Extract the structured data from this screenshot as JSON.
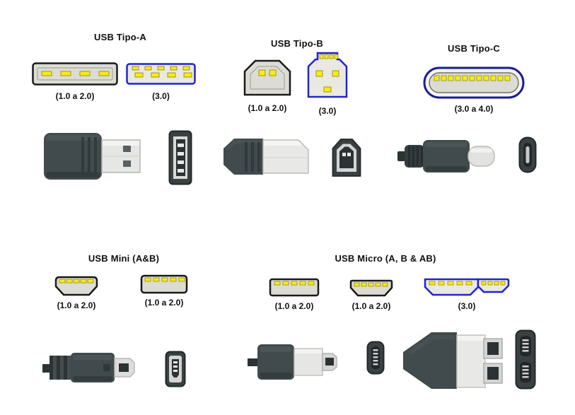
{
  "sections": {
    "type_a": {
      "title": "USB Tipo-A",
      "labels": [
        "(1.0 a 2.0)",
        "(3.0)"
      ]
    },
    "type_b": {
      "title": "USB Tipo-B",
      "labels": [
        "(1.0 a 2.0)",
        "(3.0)"
      ]
    },
    "type_c": {
      "title": "USB Tipo-C",
      "labels": [
        "(3.0 a 4.0)"
      ]
    },
    "mini": {
      "title": "USB Mini (A&B)",
      "labels": [
        "(1.0 a 2.0)",
        "(1.0 a 2.0)"
      ]
    },
    "micro": {
      "title": "USB Micro (A, B & AB)",
      "labels": [
        "(1.0 a 2.0)",
        "(1.0 a 2.0)",
        "(3.0)"
      ]
    }
  },
  "colors": {
    "outline": "#1a1a1a",
    "usb3_blue": "#2323cf",
    "pin_yellow": "#f7ec13",
    "connector_fill": "#dcdcd4",
    "plug_body": "#414a4c",
    "metal": "#e6e6e4",
    "background": "#ffffff"
  }
}
